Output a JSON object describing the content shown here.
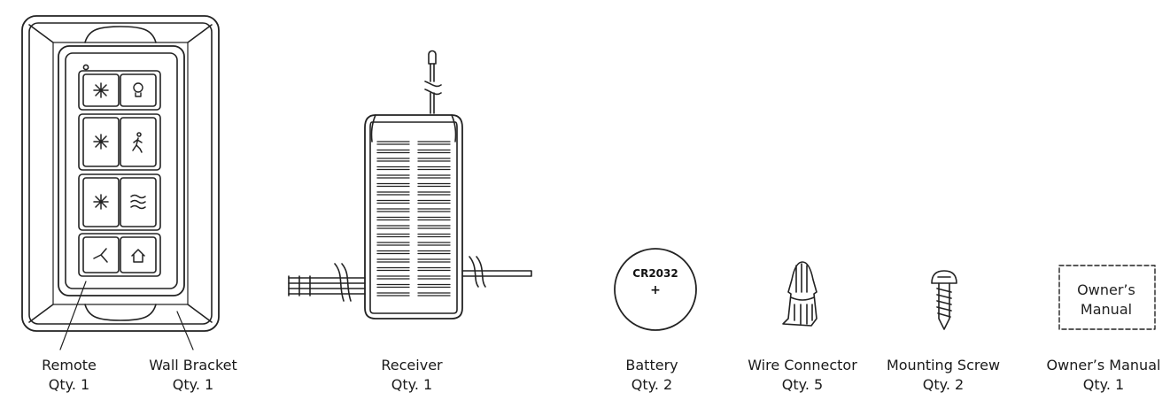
{
  "parts": [
    {
      "name": "Remote",
      "qty": "Qty. 1"
    },
    {
      "name": "Wall Bracket",
      "qty": "Qty. 1"
    },
    {
      "name": "Receiver",
      "qty": "Qty. 1"
    },
    {
      "name": "Battery",
      "qty": "Qty. 2"
    },
    {
      "name": "Wire Connector",
      "qty": "Qty. 5"
    },
    {
      "name": "Mounting Screw",
      "qty": "Qty. 2"
    },
    {
      "name": "Owner’s Manual",
      "qty": "Qty. 1"
    }
  ],
  "battery": {
    "model": "CR2032",
    "sign": "+"
  },
  "manual": {
    "line1": "Owner’s",
    "line2": "Manual"
  },
  "remote_buttons": [
    "fan-speed-high-icon",
    "light-icon",
    "fan-speed-medium-icon",
    "walking-person-icon",
    "fan-speed-low-icon",
    "breeze-icon",
    "fan-off-icon",
    "home-icon"
  ]
}
